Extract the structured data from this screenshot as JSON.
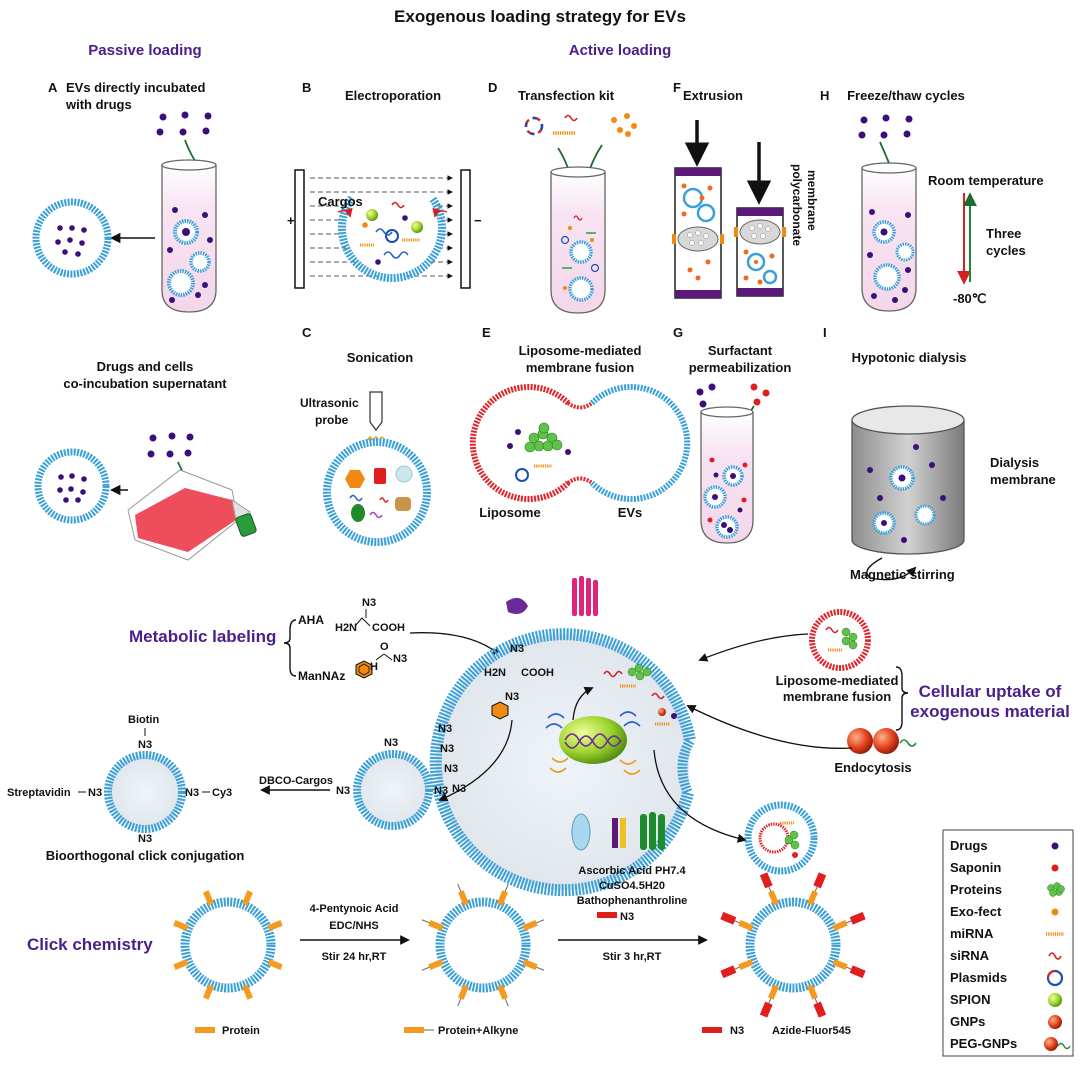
{
  "title": "Exogenous loading strategy for EVs",
  "sections": {
    "passive": "Passive loading",
    "active": "Active loading"
  },
  "panels": {
    "A": {
      "letter": "A",
      "title_line1": "EVs directly incubated",
      "title_line2": "with drugs"
    },
    "A2": {
      "title_line1": "Drugs and cells",
      "title_line2": "co-incubation supernatant"
    },
    "B": {
      "letter": "B",
      "title": "Electroporation",
      "cargos": "Cargos",
      "plus": "+",
      "minus": "−"
    },
    "C": {
      "letter": "C",
      "title": "Sonication",
      "probe_line1": "Ultrasonic",
      "probe_line2": "probe"
    },
    "D": {
      "letter": "D",
      "title": "Transfection kit"
    },
    "E": {
      "letter": "E",
      "title_line1": "Liposome-mediated",
      "title_line2": "membrane fusion",
      "liposome": "Liposome",
      "evs": "EVs"
    },
    "F": {
      "letter": "F",
      "title": "Extrusion",
      "membrane_line1": "polycarbonate",
      "membrane_line2": "membrane"
    },
    "G": {
      "letter": "G",
      "title_line1": "Surfactant",
      "title_line2": "permeabilization"
    },
    "H": {
      "letter": "H",
      "title": "Freeze/thaw cycles",
      "room_temp": "Room temperature",
      "cycles_line1": "Three",
      "cycles_line2": "cycles",
      "temp_low": "-80℃"
    },
    "I": {
      "letter": "I",
      "title": "Hypotonic dialysis",
      "dialysis_line1": "Dialysis",
      "dialysis_line2": "membrane",
      "stirring": "Magnetic stirring"
    }
  },
  "metabolic": {
    "heading": "Metabolic labeling",
    "aha": "AHA",
    "mannaz": "ManNAz",
    "n3": "N3",
    "h2n": "H2N",
    "cooh": "COOH",
    "nh": "H",
    "o": "O"
  },
  "click_conj": {
    "biotin": "Biotin",
    "streptavidin": "Streptavidin",
    "cy3": "Cy3",
    "dbco": "DBCO-Cargos",
    "caption": "Bioorthogonal click conjugation",
    "n3": "N3"
  },
  "uptake": {
    "heading_line1": "Cellular uptake of",
    "heading_line2": "exogenous material",
    "fusion_line1": "Liposome-mediated",
    "fusion_line2": "membrane fusion",
    "endocytosis": "Endocytosis"
  },
  "click_chem": {
    "heading": "Click chemistry",
    "step1_line1": "4-Pentynoic Acid",
    "step1_line2": "EDC/NHS",
    "step1_line3": "Stir 24 hr,RT",
    "step2_line1": "Ascorbic Acid PH7.4",
    "step2_line2": "CuSO4.5H20",
    "step2_line3": "Bathophenanthroline",
    "step2_line4": "N3",
    "step2_line5": "Stir 3 hr,RT",
    "legend_protein": "Protein",
    "legend_alkyne": "Protein+Alkyne",
    "legend_n3": "N3",
    "legend_azide": "Azide-Fluor545"
  },
  "legend": [
    {
      "label": "Drugs",
      "icon": "purple-dot"
    },
    {
      "label": "Saponin",
      "icon": "red-dot"
    },
    {
      "label": "Proteins",
      "icon": "green-cluster"
    },
    {
      "label": "Exo-fect",
      "icon": "orange-dot"
    },
    {
      "label": "miRNA",
      "icon": "orange-comb"
    },
    {
      "label": "siRNA",
      "icon": "red-squiggle"
    },
    {
      "label": "Plasmids",
      "icon": "blue-ring"
    },
    {
      "label": "SPION",
      "icon": "green-sphere"
    },
    {
      "label": "GNPs",
      "icon": "red-sphere"
    },
    {
      "label": "PEG-GNPs",
      "icon": "red-sphere-tail"
    }
  ],
  "colors": {
    "section": "#4b1e8a",
    "drug": "#3a0f7a",
    "membrane": "#3aa0d8",
    "liposome": "#e0262a",
    "arrow_green": "#1e6b2e",
    "tube_fill": "#f6dcef",
    "mirna": "#f08a12",
    "protein": "#3cb53a"
  }
}
